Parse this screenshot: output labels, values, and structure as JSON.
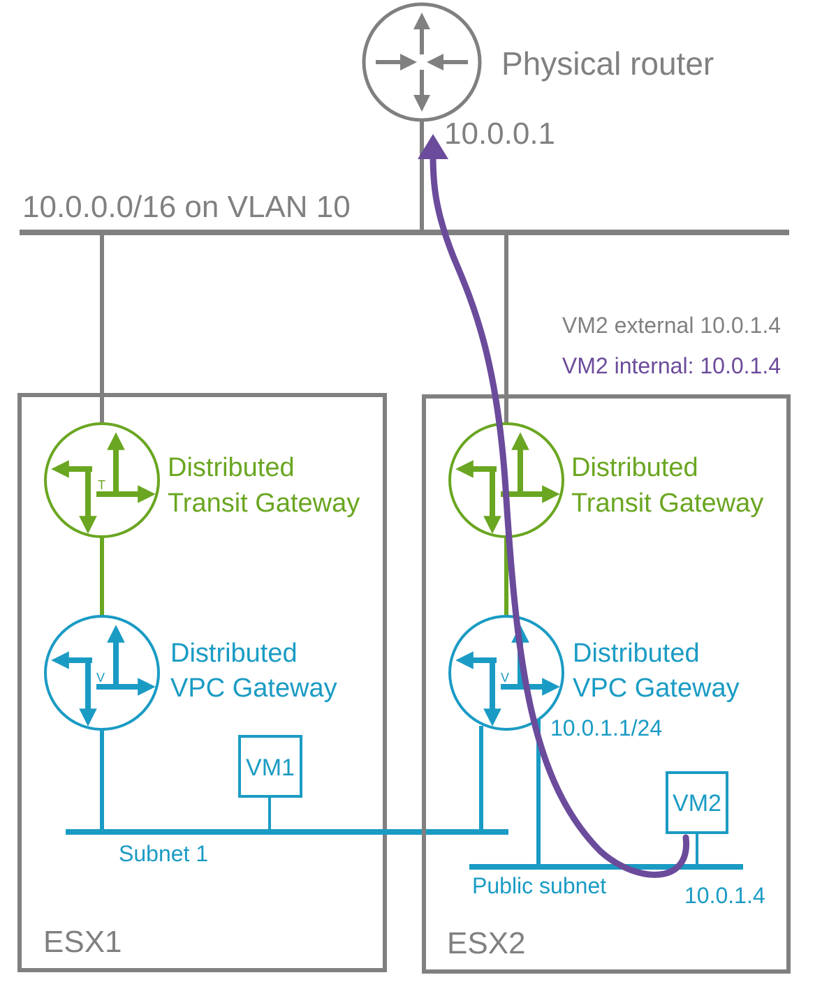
{
  "router": {
    "label": "Physical router",
    "ip": "10.0.0.1"
  },
  "network": {
    "label": "10.0.0.0/16 on VLAN 10"
  },
  "annotations": {
    "external": "VM2 external 10.0.1.4",
    "internal": "VM2 internal: 10.0.1.4"
  },
  "hosts": [
    {
      "name": "ESX1",
      "transit_gateway": {
        "line1": "Distributed",
        "line2": "Transit Gateway",
        "badge": "T"
      },
      "vpc_gateway": {
        "line1": "Distributed",
        "line2": "VPC Gateway",
        "badge": "V"
      },
      "vm": "VM1",
      "subnet": "Subnet 1"
    },
    {
      "name": "ESX2",
      "transit_gateway": {
        "line1": "Distributed",
        "line2": "Transit Gateway",
        "badge": ""
      },
      "vpc_gateway": {
        "line1": "Distributed",
        "line2": "VPC Gateway",
        "badge": "V"
      },
      "vm": "VM2",
      "subnet": "Public subnet",
      "gateway_ip": "10.0.1.1/24",
      "vm_ip": "10.0.1.4"
    }
  ],
  "colors": {
    "gray": "#808080",
    "green": "#6aa621",
    "blue": "#1a9bc4",
    "purple": "#6b4b9b"
  }
}
